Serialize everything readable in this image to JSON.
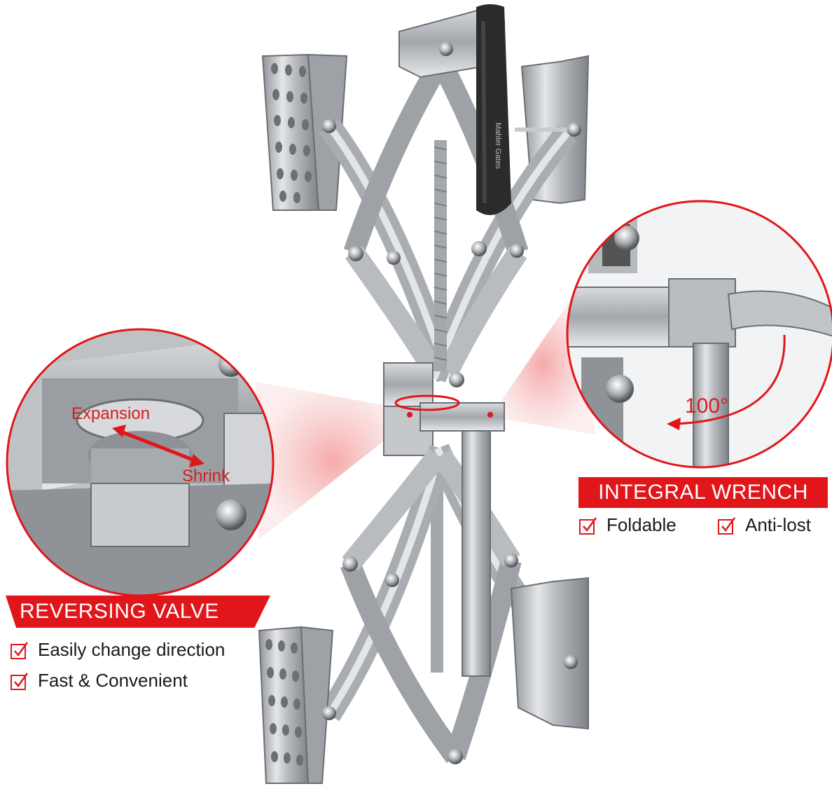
{
  "product": {
    "handle_text": "Mahler Gates"
  },
  "reversing_valve": {
    "title": "REVERSING VALVE",
    "labels": {
      "expansion": "Expansion",
      "shrink": "Shrink"
    },
    "features": [
      "Easily change direction",
      "Fast & Convenient"
    ]
  },
  "integral_wrench": {
    "title": "INTEGRAL WRENCH",
    "angle": "100°",
    "features": [
      "Foldable",
      "Anti-lost"
    ]
  },
  "colors": {
    "accent": "#e0161b",
    "metal": "#b9bcc0",
    "metal_dark": "#7d8186",
    "handle": "#2b2b2b"
  },
  "icons": [
    "check-box-icon",
    "rotation-arrow-icon",
    "double-arrow-icon"
  ]
}
